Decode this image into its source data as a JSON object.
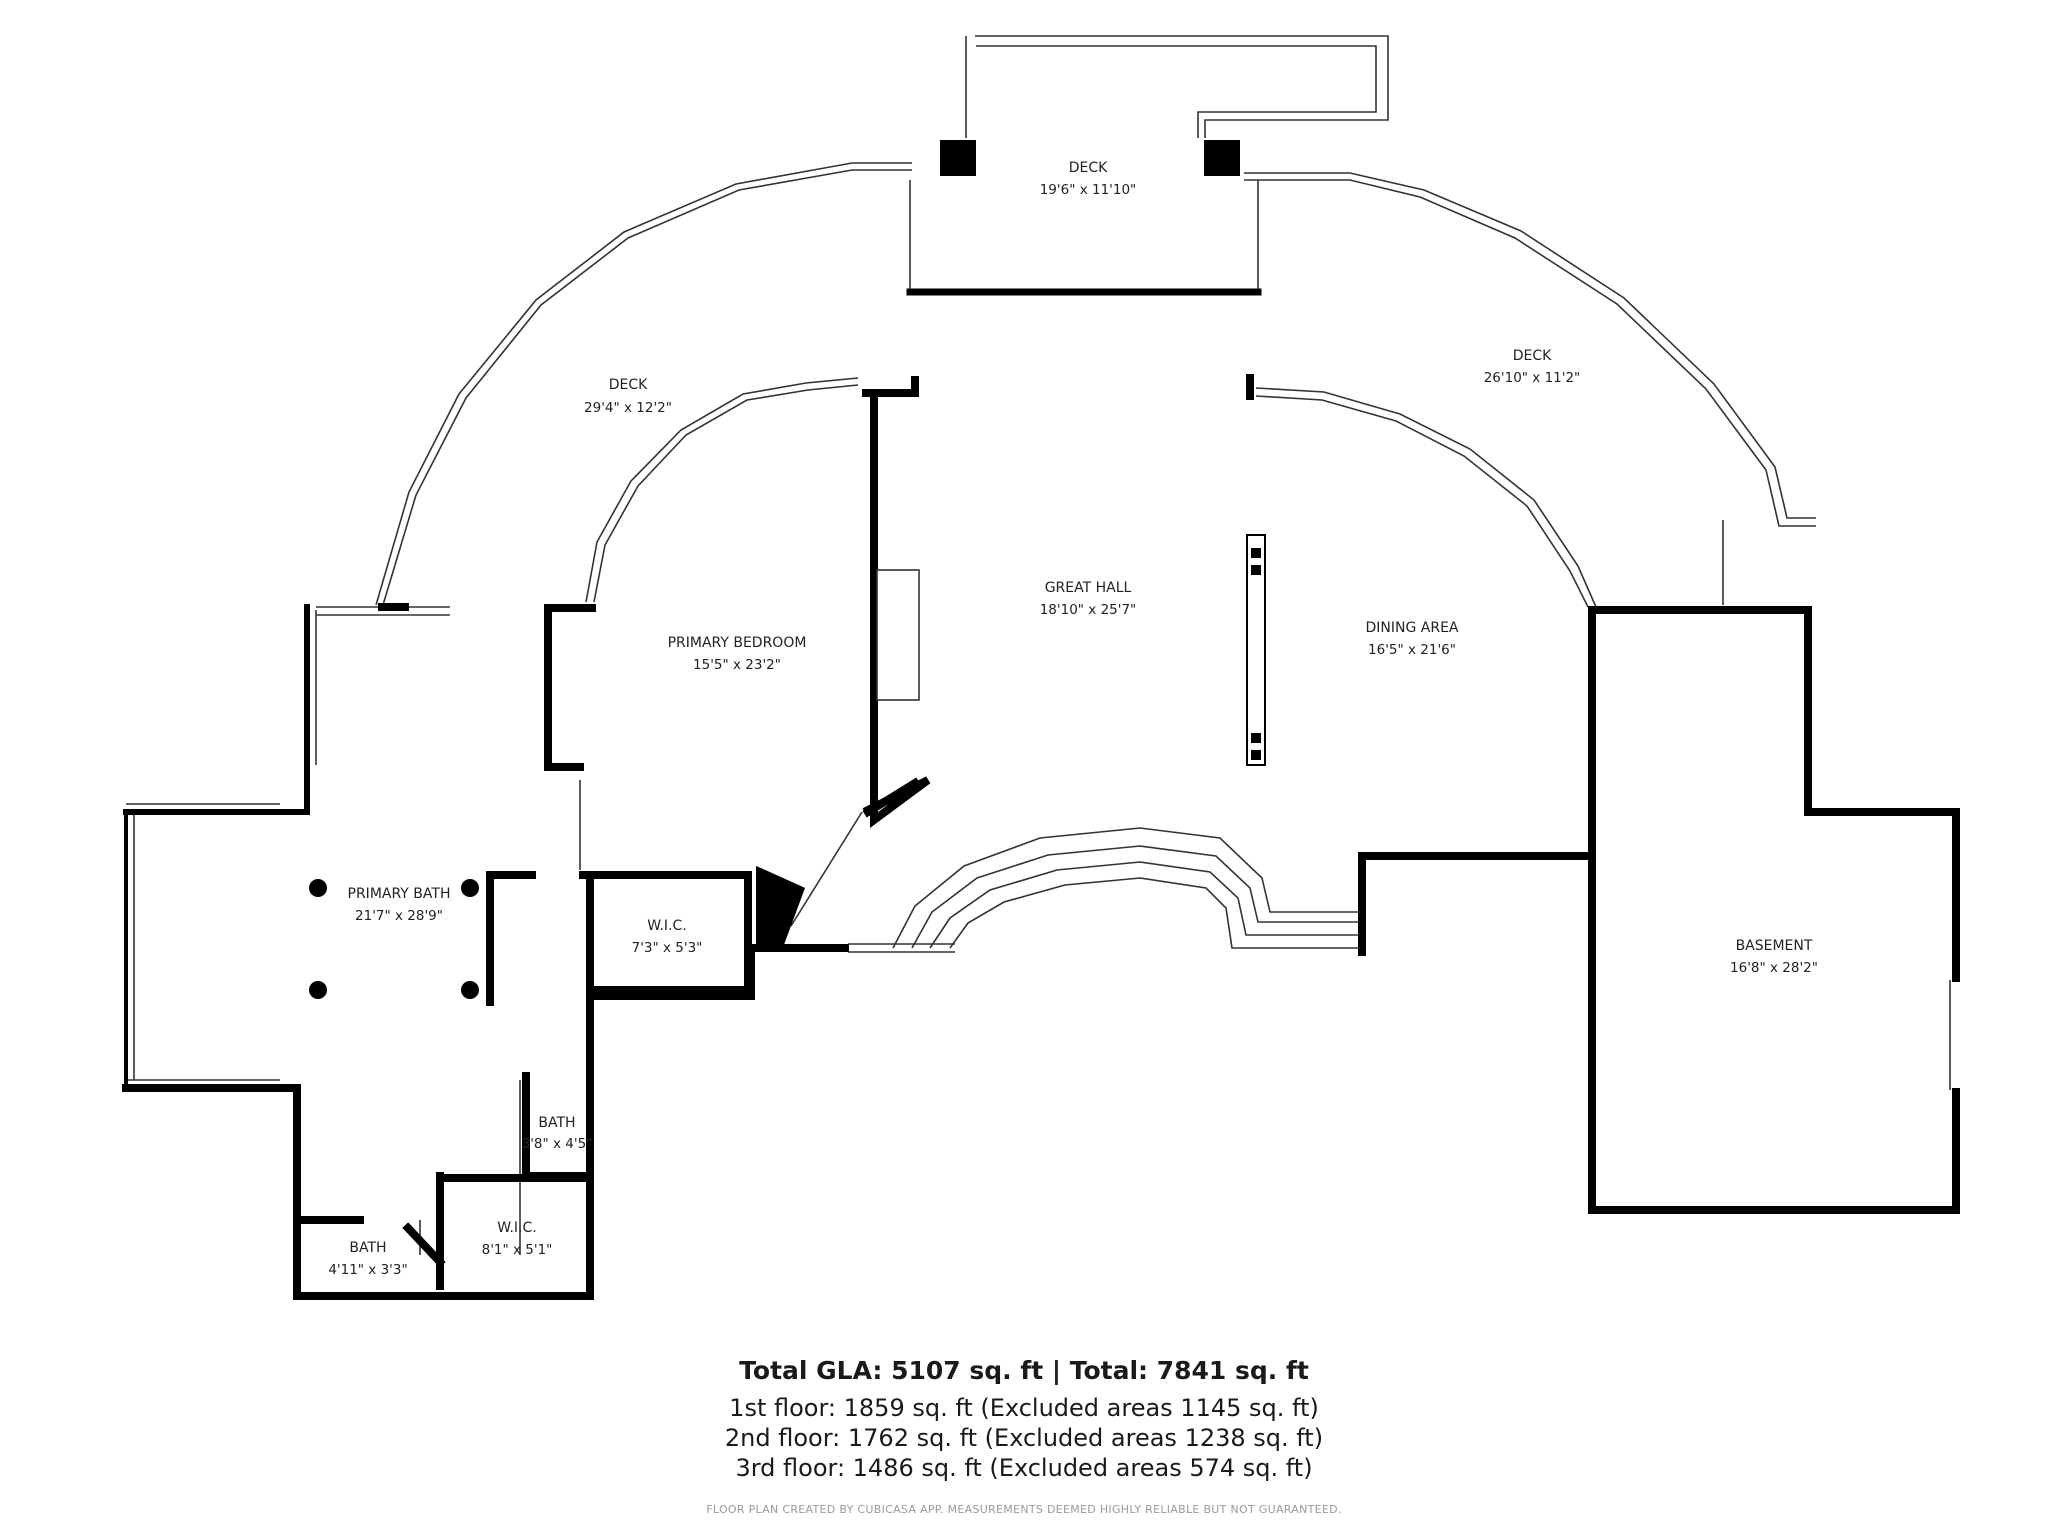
{
  "rooms": [
    {
      "id": "deck-top",
      "name": "DECK",
      "dim": "19'6\" x 11'10\""
    },
    {
      "id": "deck-left",
      "name": "DECK",
      "dim": "29'4\" x 12'2\""
    },
    {
      "id": "deck-right",
      "name": "DECK",
      "dim": "26'10\" x 11'2\""
    },
    {
      "id": "great-hall",
      "name": "GREAT HALL",
      "dim": "18'10\" x 25'7\""
    },
    {
      "id": "primary-bedroom",
      "name": "PRIMARY BEDROOM",
      "dim": "15'5\" x 23'2\""
    },
    {
      "id": "dining-area",
      "name": "DINING AREA",
      "dim": "16'5\" x 21'6\""
    },
    {
      "id": "primary-bath",
      "name": "PRIMARY BATH",
      "dim": "21'7\" x 28'9\""
    },
    {
      "id": "wic-1",
      "name": "W.I.C.",
      "dim": "7'3\" x 5'3\""
    },
    {
      "id": "bath-small",
      "name": "BATH",
      "dim": "3'8\" x 4'5\""
    },
    {
      "id": "wic-2",
      "name": "W.I.C.",
      "dim": "8'1\" x 5'1\""
    },
    {
      "id": "bath-corner",
      "name": "BATH",
      "dim": "4'11\" x 3'3\""
    },
    {
      "id": "basement",
      "name": "BASEMENT",
      "dim": "16'8\" x 28'2\""
    }
  ],
  "summary": {
    "total": "Total GLA: 5107 sq. ft | Total: 7841 sq. ft",
    "floors": [
      "1st floor: 1859 sq. ft (Excluded areas 1145 sq. ft)",
      "2nd floor: 1762 sq. ft (Excluded areas 1238 sq. ft)",
      "3rd floor: 1486 sq. ft (Excluded areas 574 sq. ft)"
    ],
    "disclaimer": "FLOOR PLAN CREATED BY CUBICASA APP. MEASUREMENTS DEEMED HIGHLY RELIABLE BUT NOT GUARANTEED."
  },
  "colors": {
    "wall": "#000000",
    "thin": "#333333",
    "window": "#888888",
    "background": "#ffffff"
  }
}
